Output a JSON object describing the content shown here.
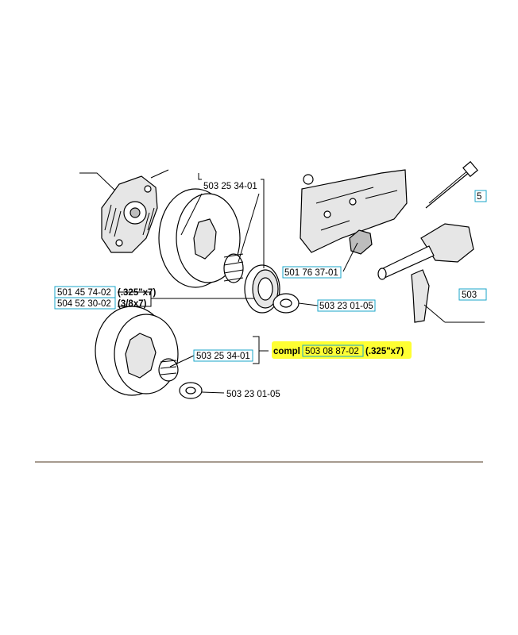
{
  "colors": {
    "highlight": "#ffff33",
    "label_box": "#1aa6c8",
    "rule": "#8a7a6a"
  },
  "callouts": {
    "needle_bearing_top": "503 25 34-01",
    "guide_plate": "501 76 37-01",
    "rim_325": "501 45 74-02",
    "rim_325_spec": "(.325\"x7)",
    "rim_38": "504 52 30-02",
    "rim_38_spec": "(3/8x7)",
    "washer_top": "503 23 01-05",
    "needle_bearing_bottom": "503 25 34-01",
    "compl_prefix": "compl",
    "compl_number": "503 08 87-02",
    "compl_spec": "(.325\"x7)",
    "washer_bottom": "503 23 01-05",
    "right_edge_top": "5",
    "right_edge_mid": "503"
  }
}
